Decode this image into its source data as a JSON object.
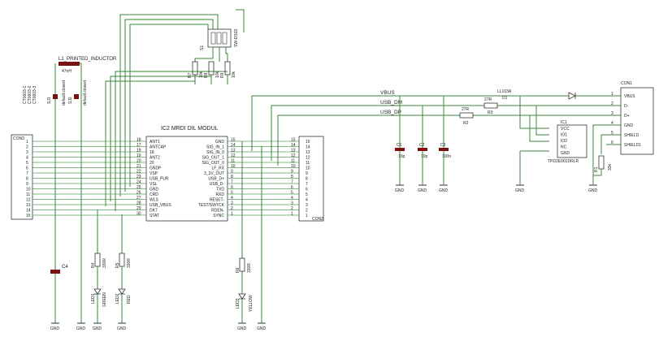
{
  "ic2": {
    "title": "IC2 MRDI DIL MODUL",
    "left_pins": [
      {
        "num": "18",
        "name": "ANT1"
      },
      {
        "num": "17",
        "name": "ANTCAP"
      },
      {
        "num": "19",
        "name": "18"
      },
      {
        "num": "19",
        "name": "ANT2"
      },
      {
        "num": "20",
        "name": "20"
      },
      {
        "num": "21",
        "name": "GNDP"
      },
      {
        "num": "22",
        "name": "VSP"
      },
      {
        "num": "23",
        "name": "USB_PUR"
      },
      {
        "num": "24",
        "name": "VSL"
      },
      {
        "num": "25",
        "name": "GND"
      },
      {
        "num": "26",
        "name": "CRD"
      },
      {
        "num": "27",
        "name": "WLS"
      },
      {
        "num": "28",
        "name": "USB_VBUS"
      },
      {
        "num": "29",
        "name": "DK7"
      },
      {
        "num": "30",
        "name": "STAT"
      }
    ],
    "right_pins": [
      {
        "num": "15",
        "name": "GND"
      },
      {
        "num": "14",
        "name": "SIG_IN_1"
      },
      {
        "num": "13",
        "name": "SIG_IN_0"
      },
      {
        "num": "12",
        "name": "SIG_OUT_1"
      },
      {
        "num": "11",
        "name": "SIG_OUT_0"
      },
      {
        "num": "10",
        "name": "LF_RX"
      },
      {
        "num": "9",
        "name": "3_3V_OUT"
      },
      {
        "num": "8",
        "name": "USB_D+"
      },
      {
        "num": "7",
        "name": "USB_D-"
      },
      {
        "num": "6",
        "name": "TXD"
      },
      {
        "num": "5",
        "name": "RXD"
      },
      {
        "num": "4",
        "name": "RESET-"
      },
      {
        "num": "3",
        "name": "TEST/SWTCK"
      },
      {
        "num": "2",
        "name": "RDEN-"
      },
      {
        "num": "1",
        "name": "SYNC"
      }
    ]
  },
  "con3": {
    "label": "CON3",
    "pins": [
      "1",
      "2",
      "3",
      "4",
      "5",
      "6",
      "7",
      "8",
      "9",
      "10",
      "11",
      "12",
      "13",
      "14",
      "15"
    ]
  },
  "con2": {
    "label": "CON2",
    "pins": [
      "15",
      "14",
      "13",
      "12",
      "11",
      "10",
      "9",
      "8",
      "7",
      "6",
      "5",
      "4",
      "3",
      "2",
      "1"
    ]
  },
  "con1": {
    "label": "CON1",
    "pins": [
      {
        "num": "1",
        "name": "VBUS"
      },
      {
        "num": "2",
        "name": "D-"
      },
      {
        "num": "3",
        "name": "D+"
      },
      {
        "num": "4",
        "name": "GND"
      },
      {
        "num": "5",
        "name": "SHIELD"
      },
      {
        "num": "6",
        "name": "SHIELD1"
      }
    ]
  },
  "ic1": {
    "label": "IC1",
    "part": "TPD2E001DRLR",
    "pins": [
      "VCC",
      "IO1",
      "IO2",
      "NC",
      "GND"
    ]
  },
  "nets": {
    "vbus": "VBUS",
    "usb_dm": "USB_DM",
    "usb_dp": "USB_DP"
  },
  "diode": {
    "name": "D1",
    "part": "LL103A"
  },
  "r2": {
    "name": "R2",
    "value": "27R"
  },
  "r3": {
    "name": "R3",
    "value": "27R"
  },
  "caps": [
    {
      "name": "C1",
      "value": "10p"
    },
    {
      "name": "C2",
      "value": "10p"
    },
    {
      "name": "C3",
      "value": "100n"
    }
  ],
  "c4": {
    "name": "C4"
  },
  "r1": {
    "name": "R1",
    "value": "33k"
  },
  "inductor": {
    "name": "L1_PRINTED_INDUCTOR",
    "value": "47nH"
  },
  "sj1": {
    "name": "SJ1",
    "note": "default closed"
  },
  "sj2": {
    "name": "SJ2",
    "note": "default closed"
  },
  "cterminal": [
    "CT0603-1",
    "CT0603-2",
    "CT0603-3"
  ],
  "switch": {
    "name": "S1",
    "part": "SW-DS03"
  },
  "pullups": [
    {
      "name": "R7",
      "value": "10k"
    },
    {
      "name": "R8",
      "value": "10k"
    },
    {
      "name": "R9",
      "value": "10k"
    }
  ],
  "leds": {
    "r4": {
      "name": "R4",
      "value": "330R"
    },
    "r5": {
      "name": "R5",
      "value": "330R"
    },
    "r6": {
      "name": "R6",
      "value": "330R"
    },
    "led1": {
      "name": "LED1",
      "color": "GREEN"
    },
    "led2": {
      "name": "LED2",
      "color": "RED"
    },
    "led3": {
      "name": "LED3",
      "color": "YELLOW"
    }
  },
  "gnd": "GND"
}
